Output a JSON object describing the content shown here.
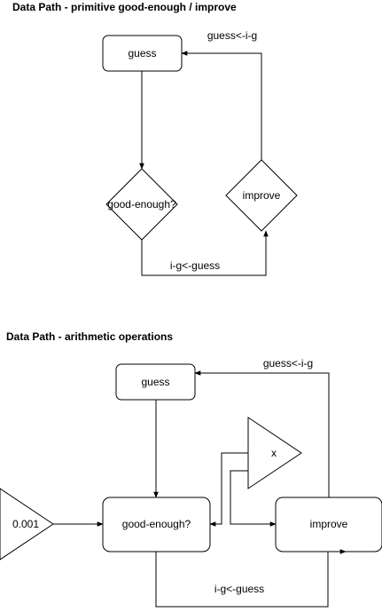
{
  "diagram1": {
    "title": "Data Path - primitive good-enough / improve",
    "guess_label": "guess",
    "good_enough_label": "good-enough?",
    "improve_label": "improve",
    "edge_top_label": "guess<-i-g",
    "edge_bottom_label": "i-g<-guess"
  },
  "diagram2": {
    "title": "Data Path - arithmetic operations",
    "guess_label": "guess",
    "good_enough_label": "good-enough?",
    "improve_label": "improve",
    "constant_label": "0.001",
    "multiply_label": "x",
    "edge_top_label": "guess<-i-g",
    "edge_bottom_label": "i-g<-guess"
  }
}
